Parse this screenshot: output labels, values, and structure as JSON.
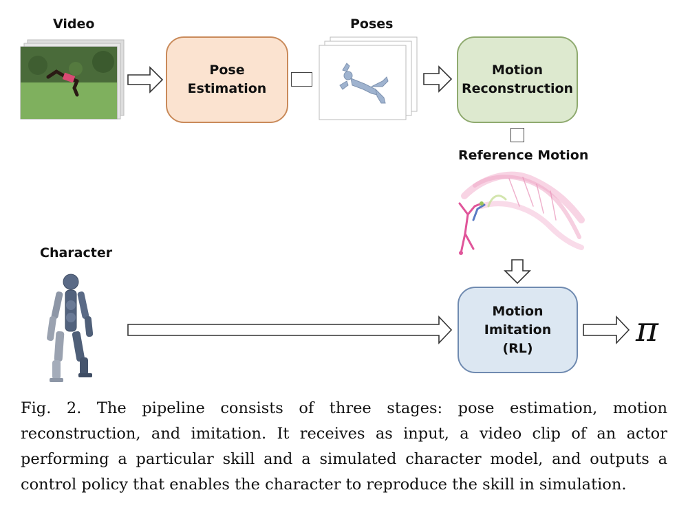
{
  "labels": {
    "video": "Video",
    "poses": "Poses",
    "reference_motion": "Reference Motion",
    "character": "Character"
  },
  "boxes": {
    "pose_estimation": [
      "Pose",
      "Estimation"
    ],
    "motion_reconstruction": [
      "Motion",
      "Reconstruction"
    ],
    "motion_imitation": [
      "Motion",
      "Imitation",
      "(RL)"
    ]
  },
  "output_symbol": "π",
  "caption": "Fig. 2.  The pipeline consists of three stages: pose estimation, motion reconstruction, and imitation. It receives as input, a video clip of an actor performing a particular skill and a simulated character model, and outputs a control policy that enables the character to reproduce the skill in simulation.",
  "colors": {
    "pose_box_fill": "#fbe3d0",
    "pose_box_border": "#c98a5a",
    "recon_box_fill": "#dde9cf",
    "recon_box_border": "#8faa6f",
    "imit_box_fill": "#dce7f2",
    "imit_box_border": "#6f8ab0",
    "reference_motion_pink": "#e0559a",
    "character_body": "#4f5f78"
  }
}
